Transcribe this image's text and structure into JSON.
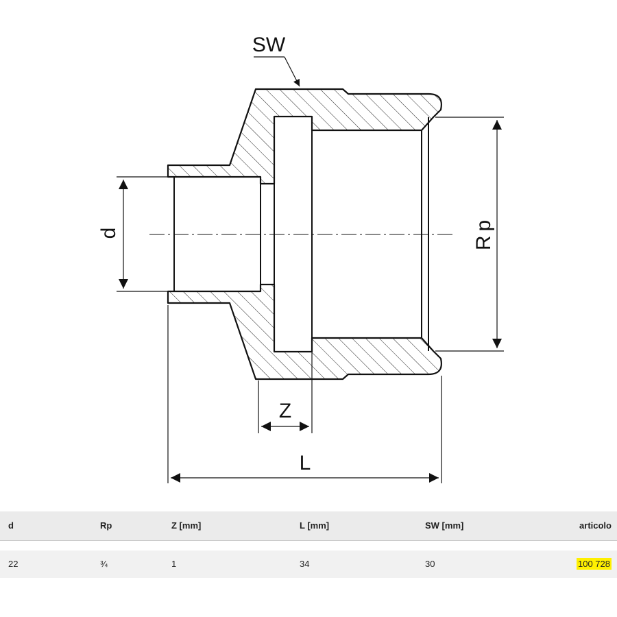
{
  "drawing": {
    "labels": {
      "sw": "SW",
      "d": "d",
      "rp": "Rp",
      "z": "Z",
      "l": "L"
    }
  },
  "table": {
    "headers": {
      "d": "d",
      "rp": "Rp",
      "z": "Z [mm]",
      "l": "L [mm]",
      "sw": "SW [mm]",
      "article": "articolo"
    },
    "row": {
      "d": "22",
      "rp": "¾",
      "z": "1",
      "l": "34",
      "sw": "30",
      "article": "100 728"
    }
  },
  "colors": {
    "article_highlight": "#fff000",
    "table_background": "#ebebeb",
    "line": "#111111"
  }
}
